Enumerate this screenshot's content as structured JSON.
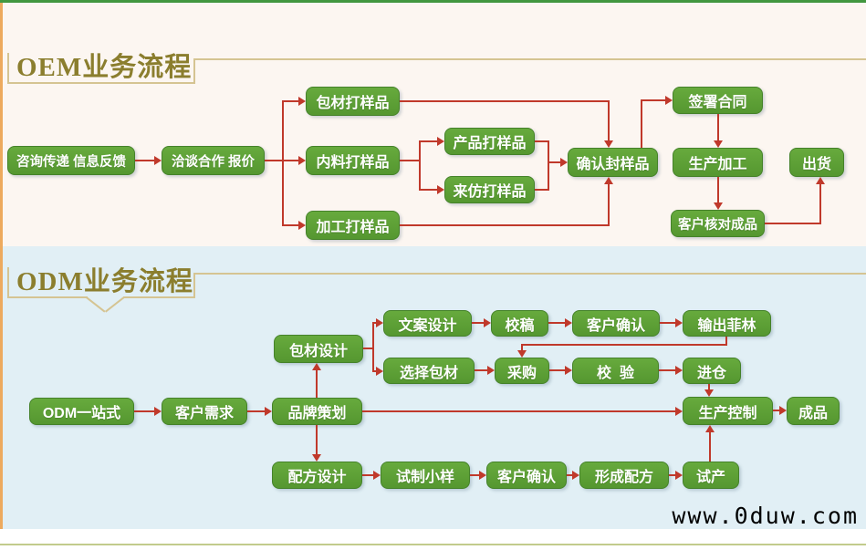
{
  "page": {
    "watermark": "www.0duw.com"
  },
  "colors": {
    "node_green": "#5b9e33",
    "arrow_red": "#c0392b",
    "title_gold": "#8b7e2e",
    "odm_bg": "#e1eff5",
    "left_border": "#edaa5e"
  },
  "oem": {
    "title": "OEM业务流程",
    "nodes": {
      "consult": "咨询传递 信息反馈",
      "negotiate": "洽谈合作 报价",
      "packaging_sample": "包材打样品",
      "material_sample": "内料打样品",
      "processing_sample": "加工打样品",
      "product_sample": "产品打样品",
      "imitation_sample": "来仿打样品",
      "confirm_sample": "确认封样品",
      "sign_contract": "签署合同",
      "production": "生产加工",
      "customer_check": "客户核对成品",
      "shipment": "出货"
    }
  },
  "odm": {
    "title": "ODM业务流程",
    "nodes": {
      "one_stop": "ODM一站式",
      "customer_needs": "客户需求",
      "brand_planning": "品牌策划",
      "packaging_design": "包材设计",
      "copy_design": "文案设计",
      "proofreading": "校稿",
      "customer_confirm_top": "客户确认",
      "film_output": "输出菲林",
      "select_packaging": "选择包材",
      "purchasing": "采购",
      "verification": "校  验",
      "warehouse": "进仓",
      "formula_design": "配方设计",
      "trial_sample": "试制小样",
      "customer_confirm_bottom": "客户确认",
      "form_formula": "形成配方",
      "trial_production": "试产",
      "production_control": "生产控制",
      "finished_product": "成品"
    }
  }
}
